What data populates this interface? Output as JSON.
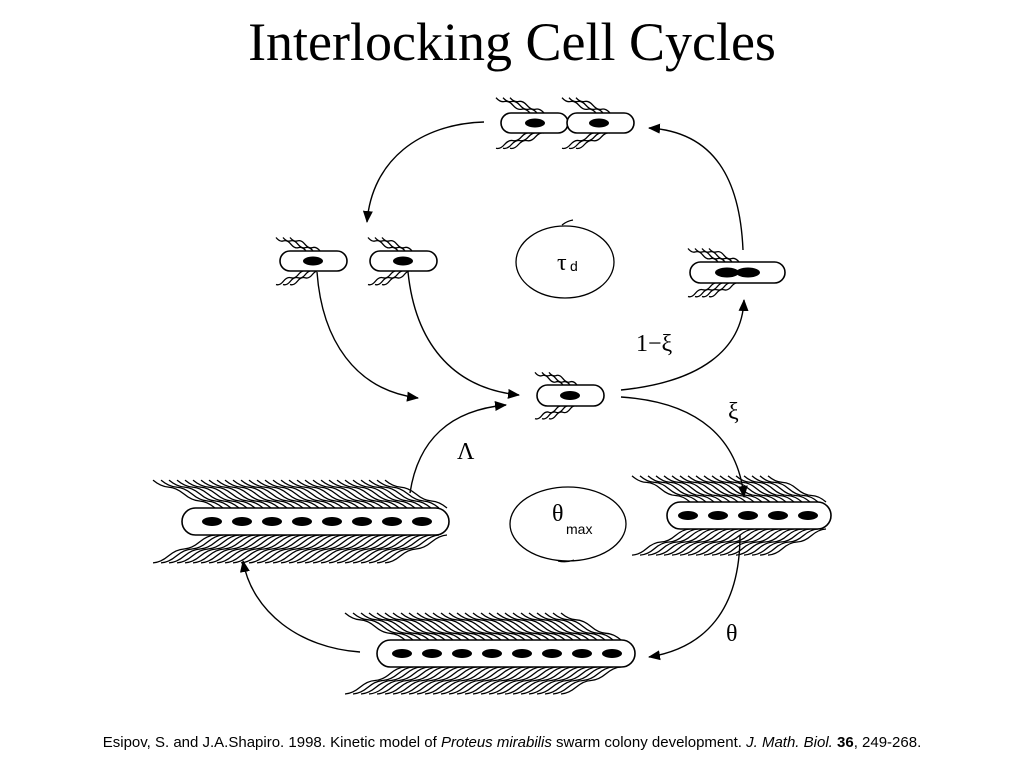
{
  "title": "Interlocking Cell Cycles",
  "labels": {
    "tau_symbol": "τ",
    "tau_sub": "d",
    "one_minus_xi": "1−ξ",
    "xi": "ξ",
    "lambda": "Λ",
    "theta_max_symbol": "θ",
    "theta_max_sub": "max",
    "theta": "θ"
  },
  "citation": {
    "authors": "Esipov, S. and J.A.Shapiro. 1998. Kinetic model of ",
    "species": "Proteus mirabilis",
    "title_rest": " swarm colony development. ",
    "journal": "J. Math. Biol.",
    "volume": "36",
    "pages": ", 249-268."
  }
}
